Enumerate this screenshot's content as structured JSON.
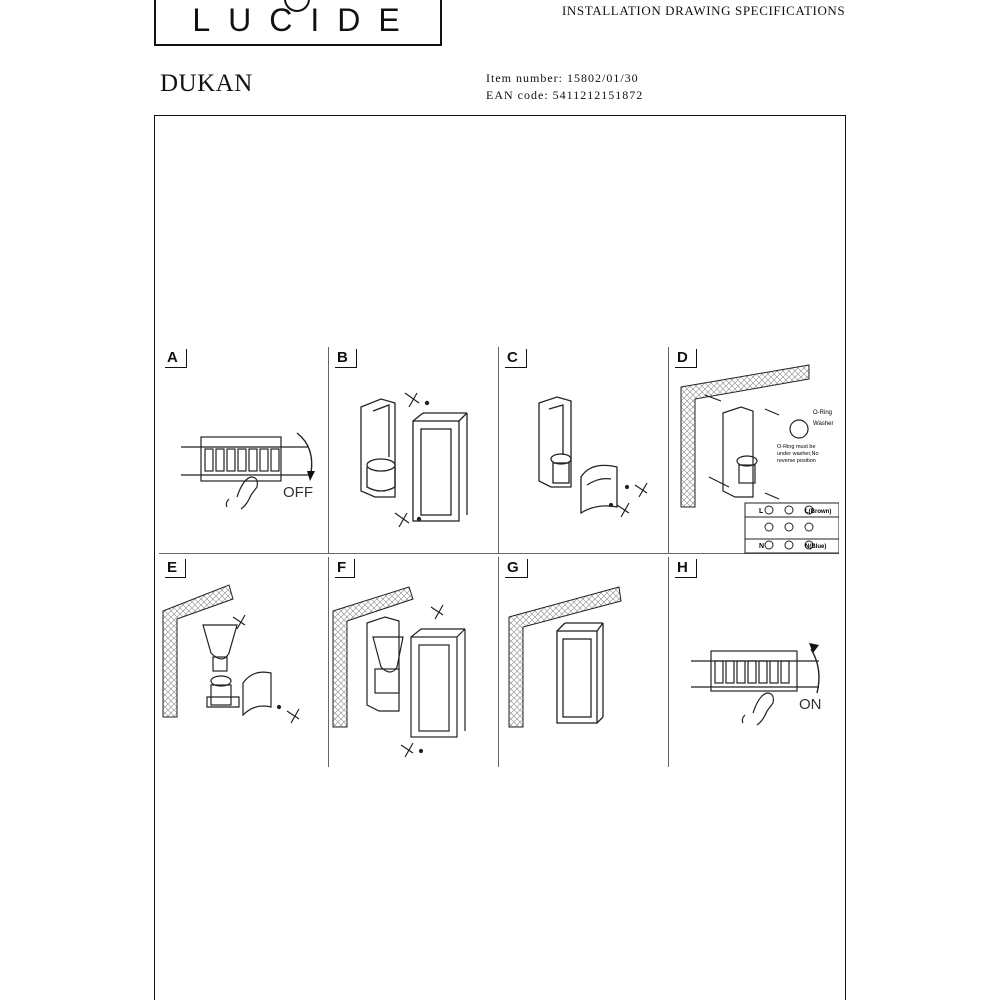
{
  "brand": {
    "logo_text": "LUCIDE"
  },
  "header": {
    "spec_title": "INSTALLATION DRAWING SPECIFICATIONS",
    "product_name": "DUKAN",
    "item_number": "Item number: 15802/01/30",
    "ean_code": "EAN code: 5411212151872"
  },
  "steps": [
    {
      "label": "A",
      "callout": "OFF"
    },
    {
      "label": "B"
    },
    {
      "label": "C"
    },
    {
      "label": "D",
      "oring_label": "O-Ring",
      "washer_label": "Washer",
      "note_line1": "O-Ring must be",
      "note_line2": "under washer,No",
      "note_line3": "reverse position",
      "wire_l": "L",
      "wire_n": "N",
      "wire_l_color": "L(Brown)",
      "wire_n_color": "N(Blue)"
    },
    {
      "label": "E"
    },
    {
      "label": "F"
    },
    {
      "label": "G"
    },
    {
      "label": "H",
      "callout": "ON"
    }
  ]
}
